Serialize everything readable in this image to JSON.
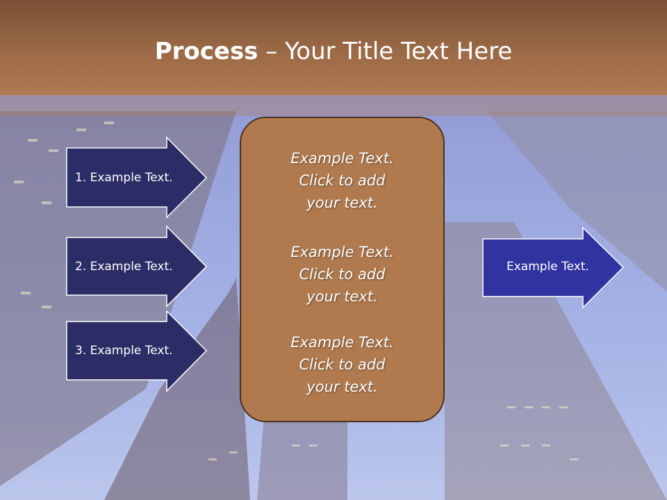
{
  "slide": {
    "title_bold": "Process",
    "title_rest": " – Your Title Text Here",
    "left_arrows": [
      {
        "label": "1. Example Text."
      },
      {
        "label": "2. Example Text."
      },
      {
        "label": "3. Example Text."
      }
    ],
    "right_arrow": {
      "label": "Example Text."
    },
    "center_blocks": [
      {
        "line1": "Example Text.",
        "line2": "Click  to add",
        "line3": "your text."
      },
      {
        "line1": "Example Text.",
        "line2": "Click  to add",
        "line3": "your text."
      },
      {
        "line1": "Example Text.",
        "line2": "Click  to add",
        "line3": "your text."
      }
    ]
  },
  "colors": {
    "title_bar": "#9c6a46",
    "arrow_fill_dark": "#2c2d66",
    "arrow_fill_right": "#3033a0",
    "center_box": "#b07a4e",
    "text": "#ffffff"
  }
}
